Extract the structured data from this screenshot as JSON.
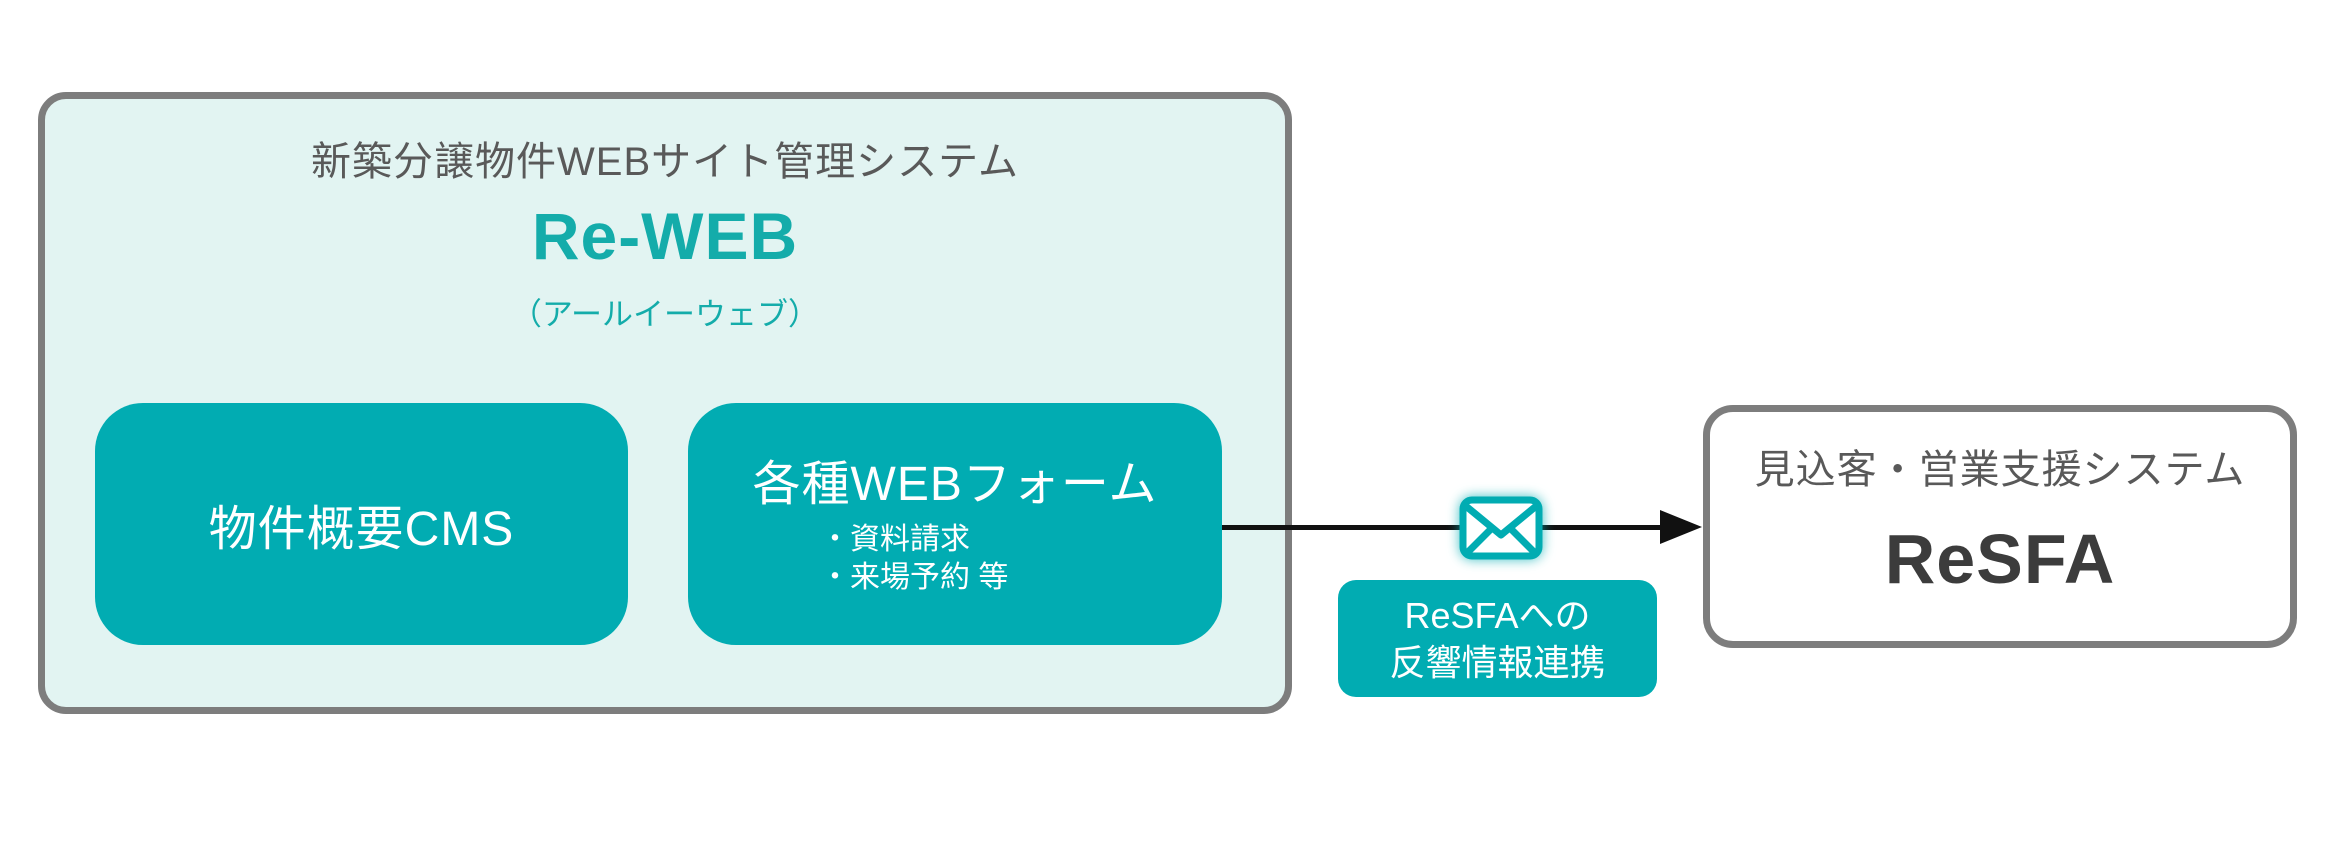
{
  "reweb": {
    "system_label": "新築分譲物件WEBサイト管理システム",
    "product_name": "Re-WEB",
    "reading": "（アールイーウェブ）",
    "modules": [
      {
        "title": "物件概要CMS",
        "items": []
      },
      {
        "title": "各種WEBフォーム",
        "items": [
          "・資料請求",
          "・来場予約 等"
        ]
      }
    ]
  },
  "connector": {
    "icon": "envelope-icon",
    "badge_lines": [
      "ReSFAへの",
      "反響情報連携"
    ]
  },
  "resfa": {
    "system_label": "見込客・営業支援システム",
    "product_name": "ReSFA"
  },
  "colors": {
    "accent_teal": "#01ACB2",
    "accent_teal_text": "#14ACAA",
    "panel_mint": "#E2F4F2",
    "border_gray": "#7D7D7D",
    "label_gray": "#595959",
    "product_dark": "#3C3C3C",
    "arrow_black": "#111111"
  }
}
